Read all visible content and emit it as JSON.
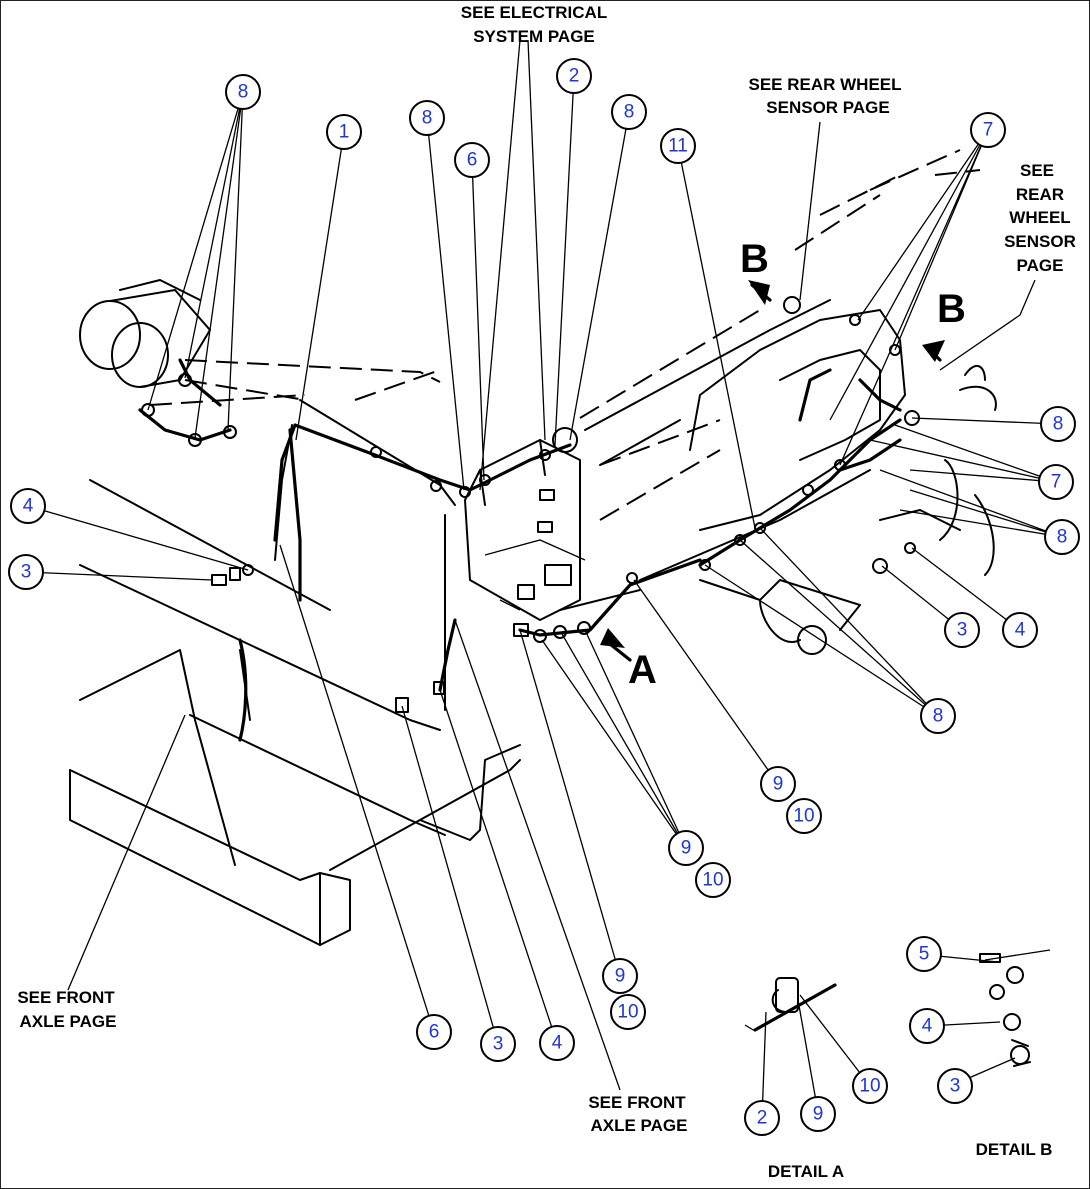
{
  "colors": {
    "bubble_text": "#1f35d8",
    "line": "#000000",
    "background": "#ffffff"
  },
  "callouts": [
    "8",
    "1",
    "8",
    "6",
    "2",
    "8",
    "11",
    "7",
    "8",
    "7",
    "8",
    "4",
    "3",
    "3",
    "4",
    "8",
    "9",
    "10",
    "9",
    "10",
    "9",
    "10",
    "6",
    "3",
    "4",
    "5",
    "4",
    "3",
    "2",
    "9",
    "10"
  ],
  "labels": {
    "electrical": [
      "SEE ELECTRICAL",
      "SYSTEM PAGE"
    ],
    "rear_wheel_1": [
      "SEE REAR WHEEL",
      "SENSOR PAGE"
    ],
    "rear_wheel_2": [
      "SEE",
      "REAR",
      "WHEEL",
      "SENSOR",
      "PAGE"
    ],
    "front_axle_1": [
      "SEE FRONT",
      "AXLE PAGE"
    ],
    "front_axle_2": [
      "SEE FRONT",
      "AXLE PAGE"
    ],
    "detail_a": "DETAIL A",
    "detail_b": "DETAIL B"
  },
  "view_markers": {
    "a": "A",
    "b1": "B",
    "b2": "B"
  }
}
